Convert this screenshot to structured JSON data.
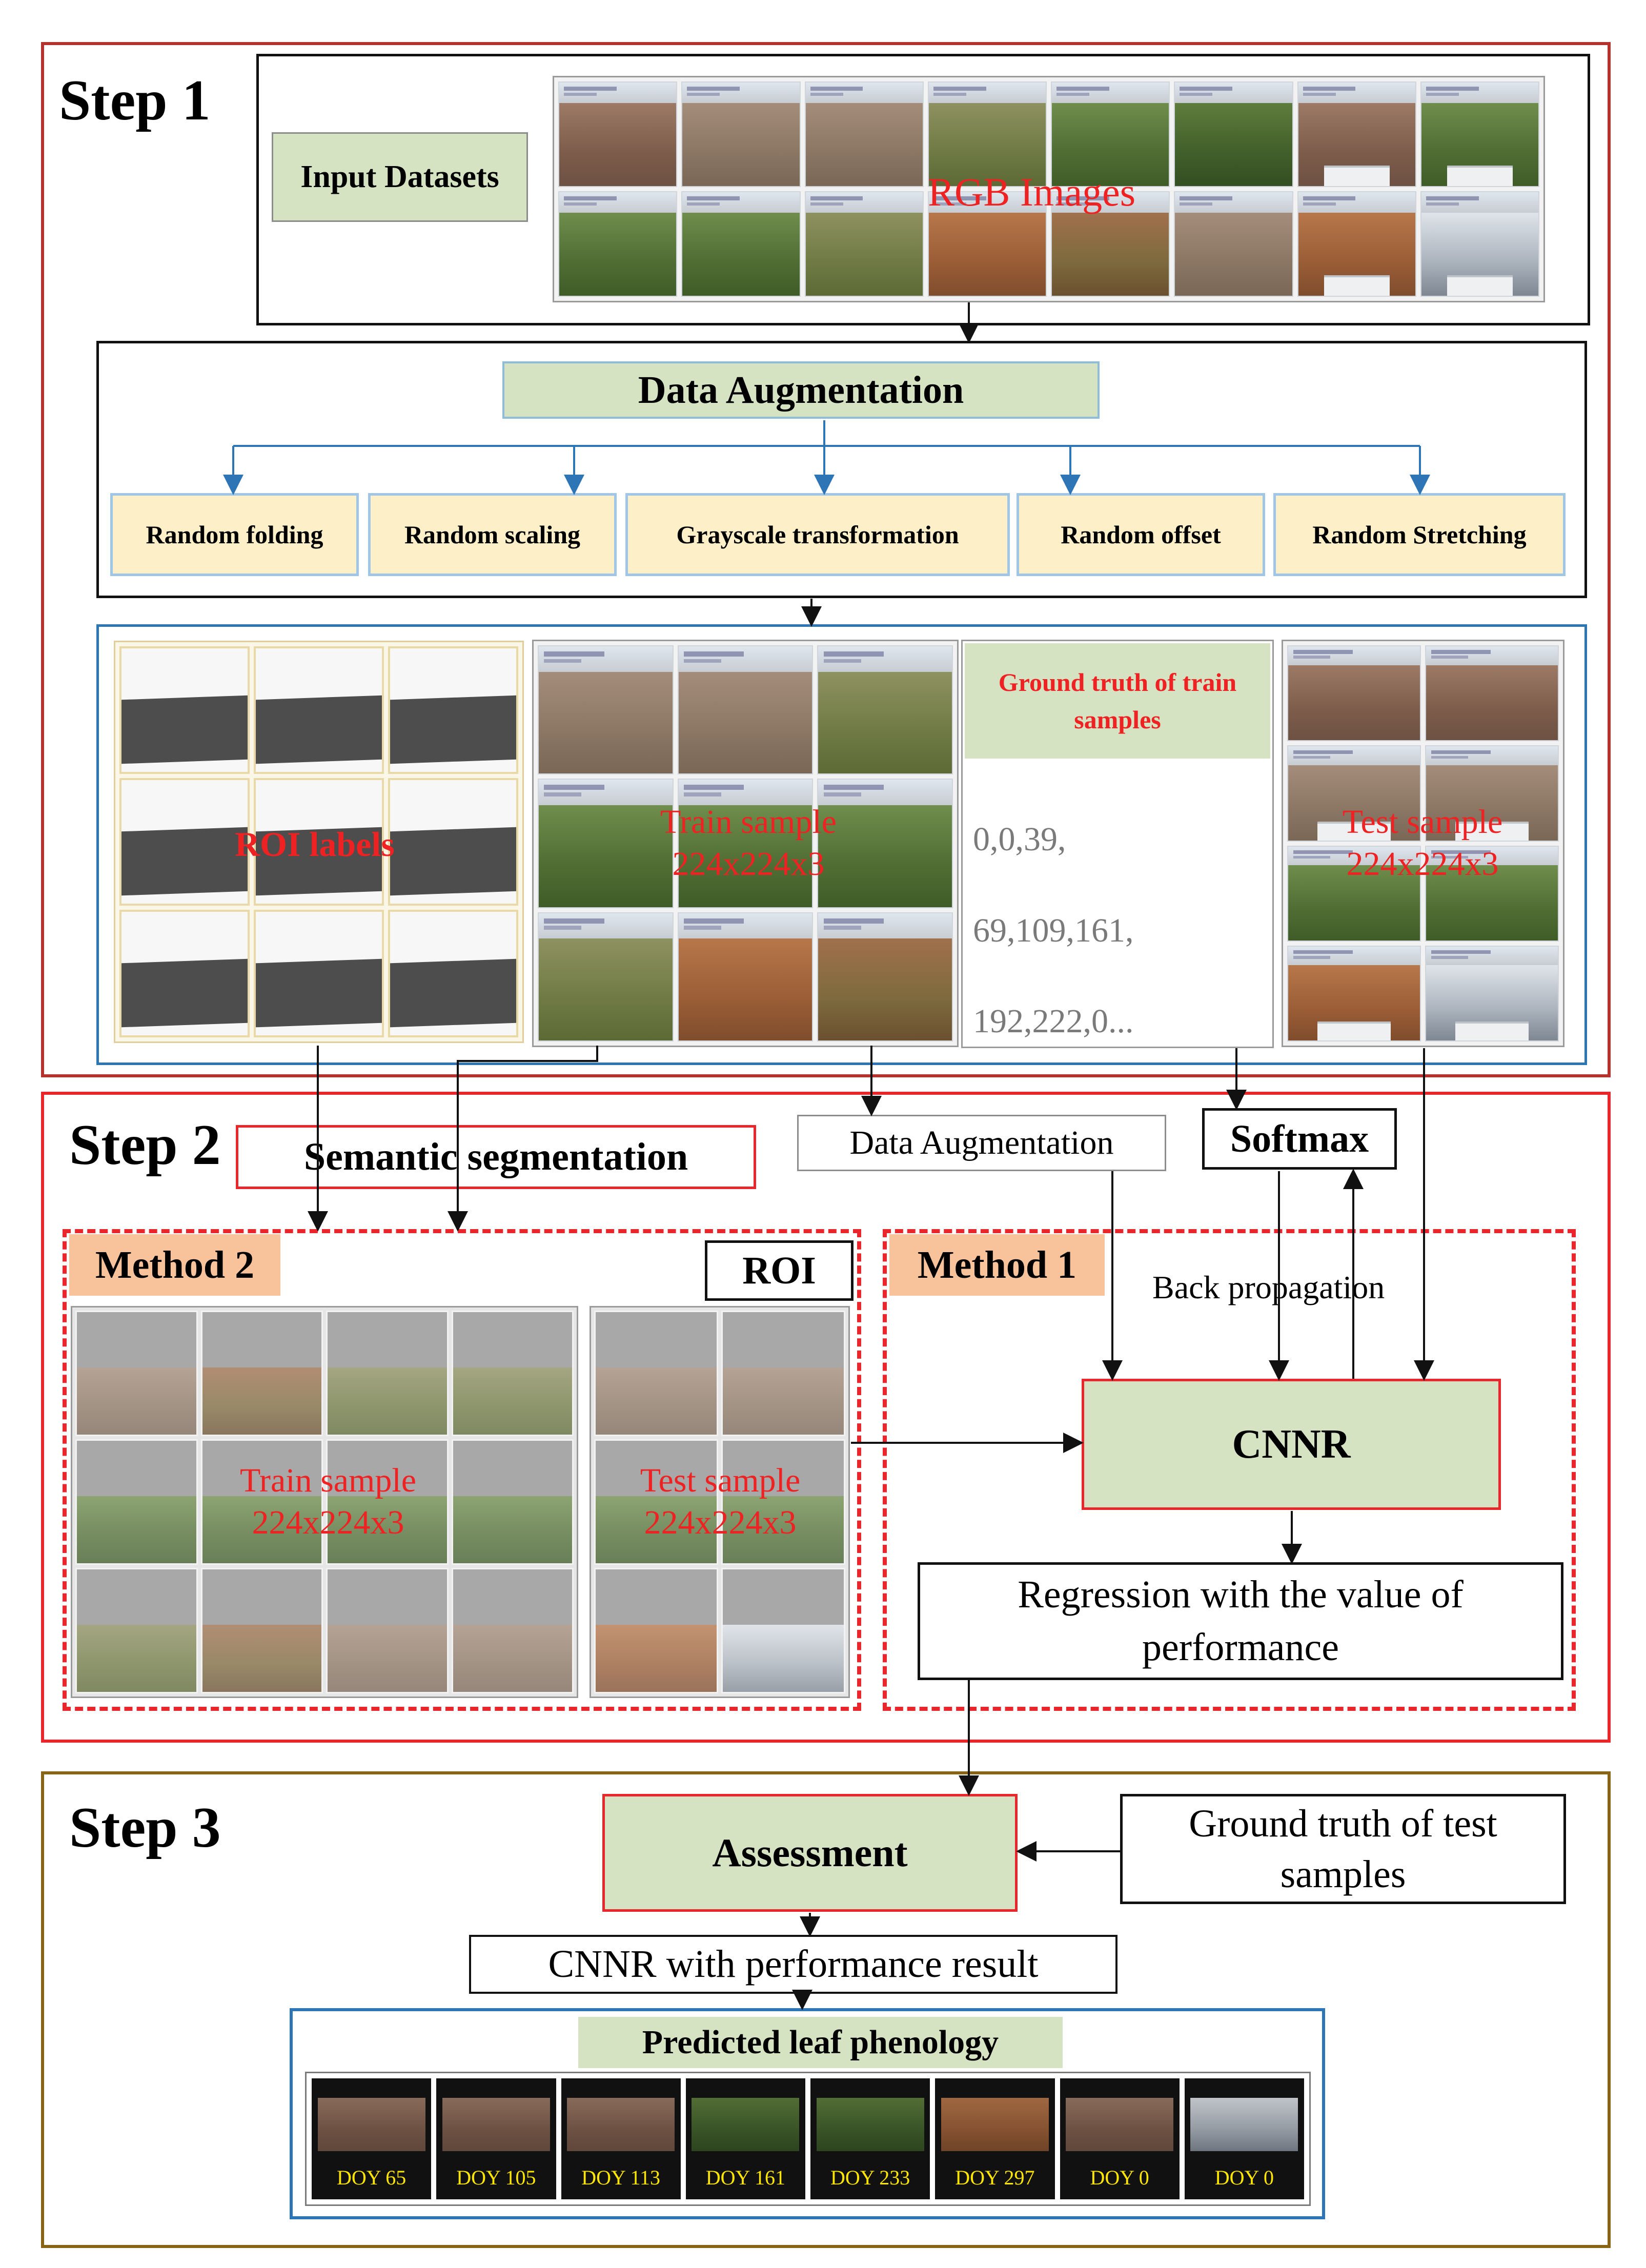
{
  "colors": {
    "step1_border": "#b5332e",
    "step2_border": "#e8262b",
    "step3_border": "#8a6416",
    "arrow_blue": "#2e75b6",
    "label_red": "#ee2222",
    "method_orange": "#f8c39a",
    "box_green": "#d5e3c3",
    "box_yellow": "#fdf0c9",
    "doy_yellow": "#ffe600"
  },
  "step1": {
    "title": "Step 1",
    "input_label": "Input Datasets",
    "rgb_label": "RGB Images",
    "augmentation_title": "Data Augmentation",
    "methods": [
      "Random folding",
      "Random scaling",
      "Grayscale transformation",
      "Random offset",
      "Random Stretching"
    ],
    "roi_label": "ROI labels",
    "train_label": "Train sample",
    "train_size": "224x224x3",
    "gt_title": "Ground truth of train samples",
    "gt_values": [
      "0,0,39,",
      "69,109,161,",
      "192,222,0..."
    ],
    "test_label": "Test sample",
    "test_size": "224x224x3"
  },
  "step2": {
    "title": "Step 2",
    "semantic_segmentation": "Semantic segmentation",
    "data_augmentation": "Data Augmentation",
    "softmax": "Softmax",
    "method2": "Method 2",
    "roi": "ROI",
    "method1": "Method 1",
    "back_propagation": "Back propagation",
    "train_label": "Train sample",
    "train_size": "224x224x3",
    "test_label": "Test sample",
    "test_size": "224x224x3",
    "cnnr": "CNNR",
    "regression": "Regression with the value of performance"
  },
  "step3": {
    "title": "Step 3",
    "assessment": "Assessment",
    "ground_truth_test": "Ground truth of test samples",
    "cnnr_result": "CNNR with performance result",
    "predicted_title": "Predicted leaf phenology",
    "doy_labels": [
      "DOY 65",
      "DOY 105",
      "DOY 113",
      "DOY 161",
      "DOY 233",
      "DOY 297",
      "DOY 0",
      "DOY 0"
    ]
  }
}
